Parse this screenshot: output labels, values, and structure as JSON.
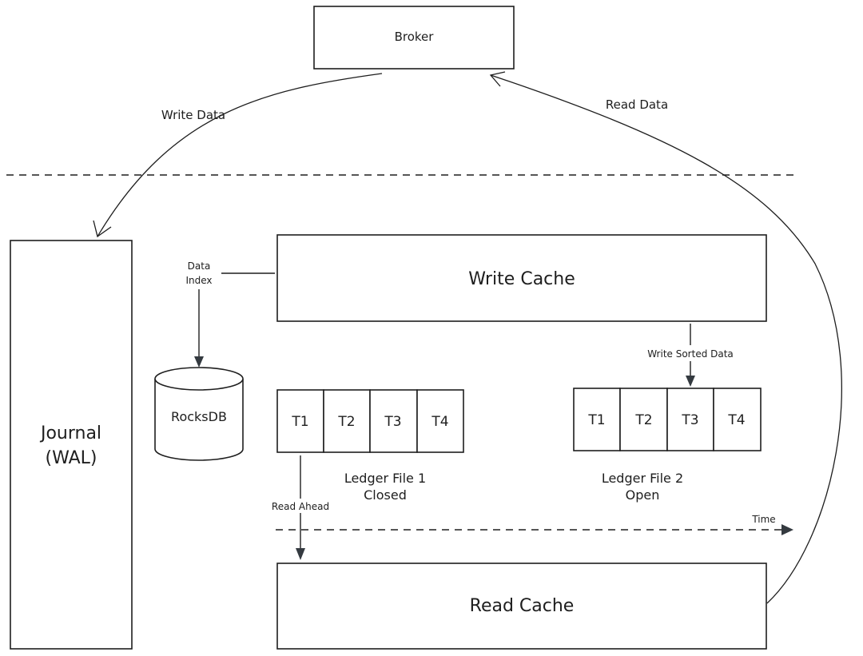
{
  "broker": {
    "label": "Broker"
  },
  "flows": {
    "write_data": "Write Data",
    "read_data": "Read Data",
    "data_index_line1": "Data",
    "data_index_line2": "Index",
    "write_sorted_data": "Write Sorted Data",
    "read_ahead": "Read Ahead",
    "time": "Time"
  },
  "journal": {
    "line1": "Journal",
    "line2": "(WAL)"
  },
  "rocksdb": {
    "label": "RocksDB"
  },
  "write_cache": {
    "label": "Write Cache"
  },
  "read_cache": {
    "label": "Read Cache"
  },
  "ledger_file_1": {
    "cells": [
      "T1",
      "T2",
      "T3",
      "T4"
    ],
    "name": "Ledger File 1",
    "status": "Closed"
  },
  "ledger_file_2": {
    "cells": [
      "T1",
      "T2",
      "T3",
      "T4"
    ],
    "name": "Ledger File 2",
    "status": "Open"
  }
}
